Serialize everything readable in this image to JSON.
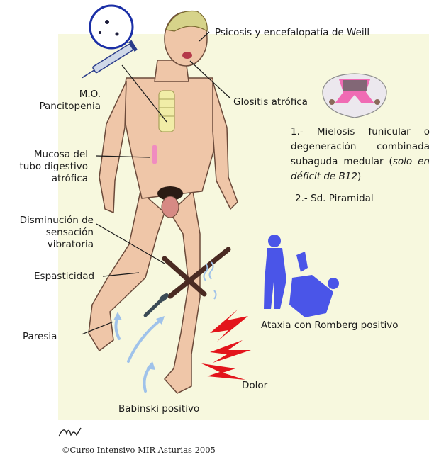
{
  "labels": {
    "psicosis": "Psicosis y encefalopatía de Weill",
    "glositis": "Glositis atrófica",
    "mo_line1": "M.O.",
    "mo_line2": "Pancitopenia",
    "mucosa_line1": "Mucosa del",
    "mucosa_line2": "tubo digestivo",
    "mucosa_line3": "atrófica",
    "vibratoria_line1": "Disminución de",
    "vibratoria_line2": "sensación",
    "vibratoria_line3": "vibratoria",
    "espasticidad": "Espasticidad",
    "paresia": "Paresia",
    "ataxia": "Ataxia con Romberg positivo",
    "dolor": "Dolor",
    "babinski": "Babinski positivo"
  },
  "findings": {
    "item1_prefix": "1.- Mielosis funicular o degeneración combinada subaguda medular (",
    "item1_italic": "solo en déficit de B12",
    "item1_suffix": ")",
    "item2": "2.- Sd. Piramidal"
  },
  "signature": "Aullé",
  "copyright": "©Curso Intensivo MIR Asturias 2005",
  "colors": {
    "panel": "#f7f8de",
    "skin": "#efc6a8",
    "skin_shadow": "#d89d7e",
    "hair": "#d6d38a",
    "ataxia_figure": "#4a55e8",
    "pain_bolt": "#e3141b",
    "cross": "#4a2a22",
    "reflex_arrow": "#9fc2ea",
    "spinal_highlight": "#f06bb4"
  },
  "icons": [
    "blood-smear-icon",
    "syringe-icon",
    "spinal-cord-section-icon",
    "nail-icon",
    "lightning-bolt-icon",
    "falling-person-icon"
  ]
}
